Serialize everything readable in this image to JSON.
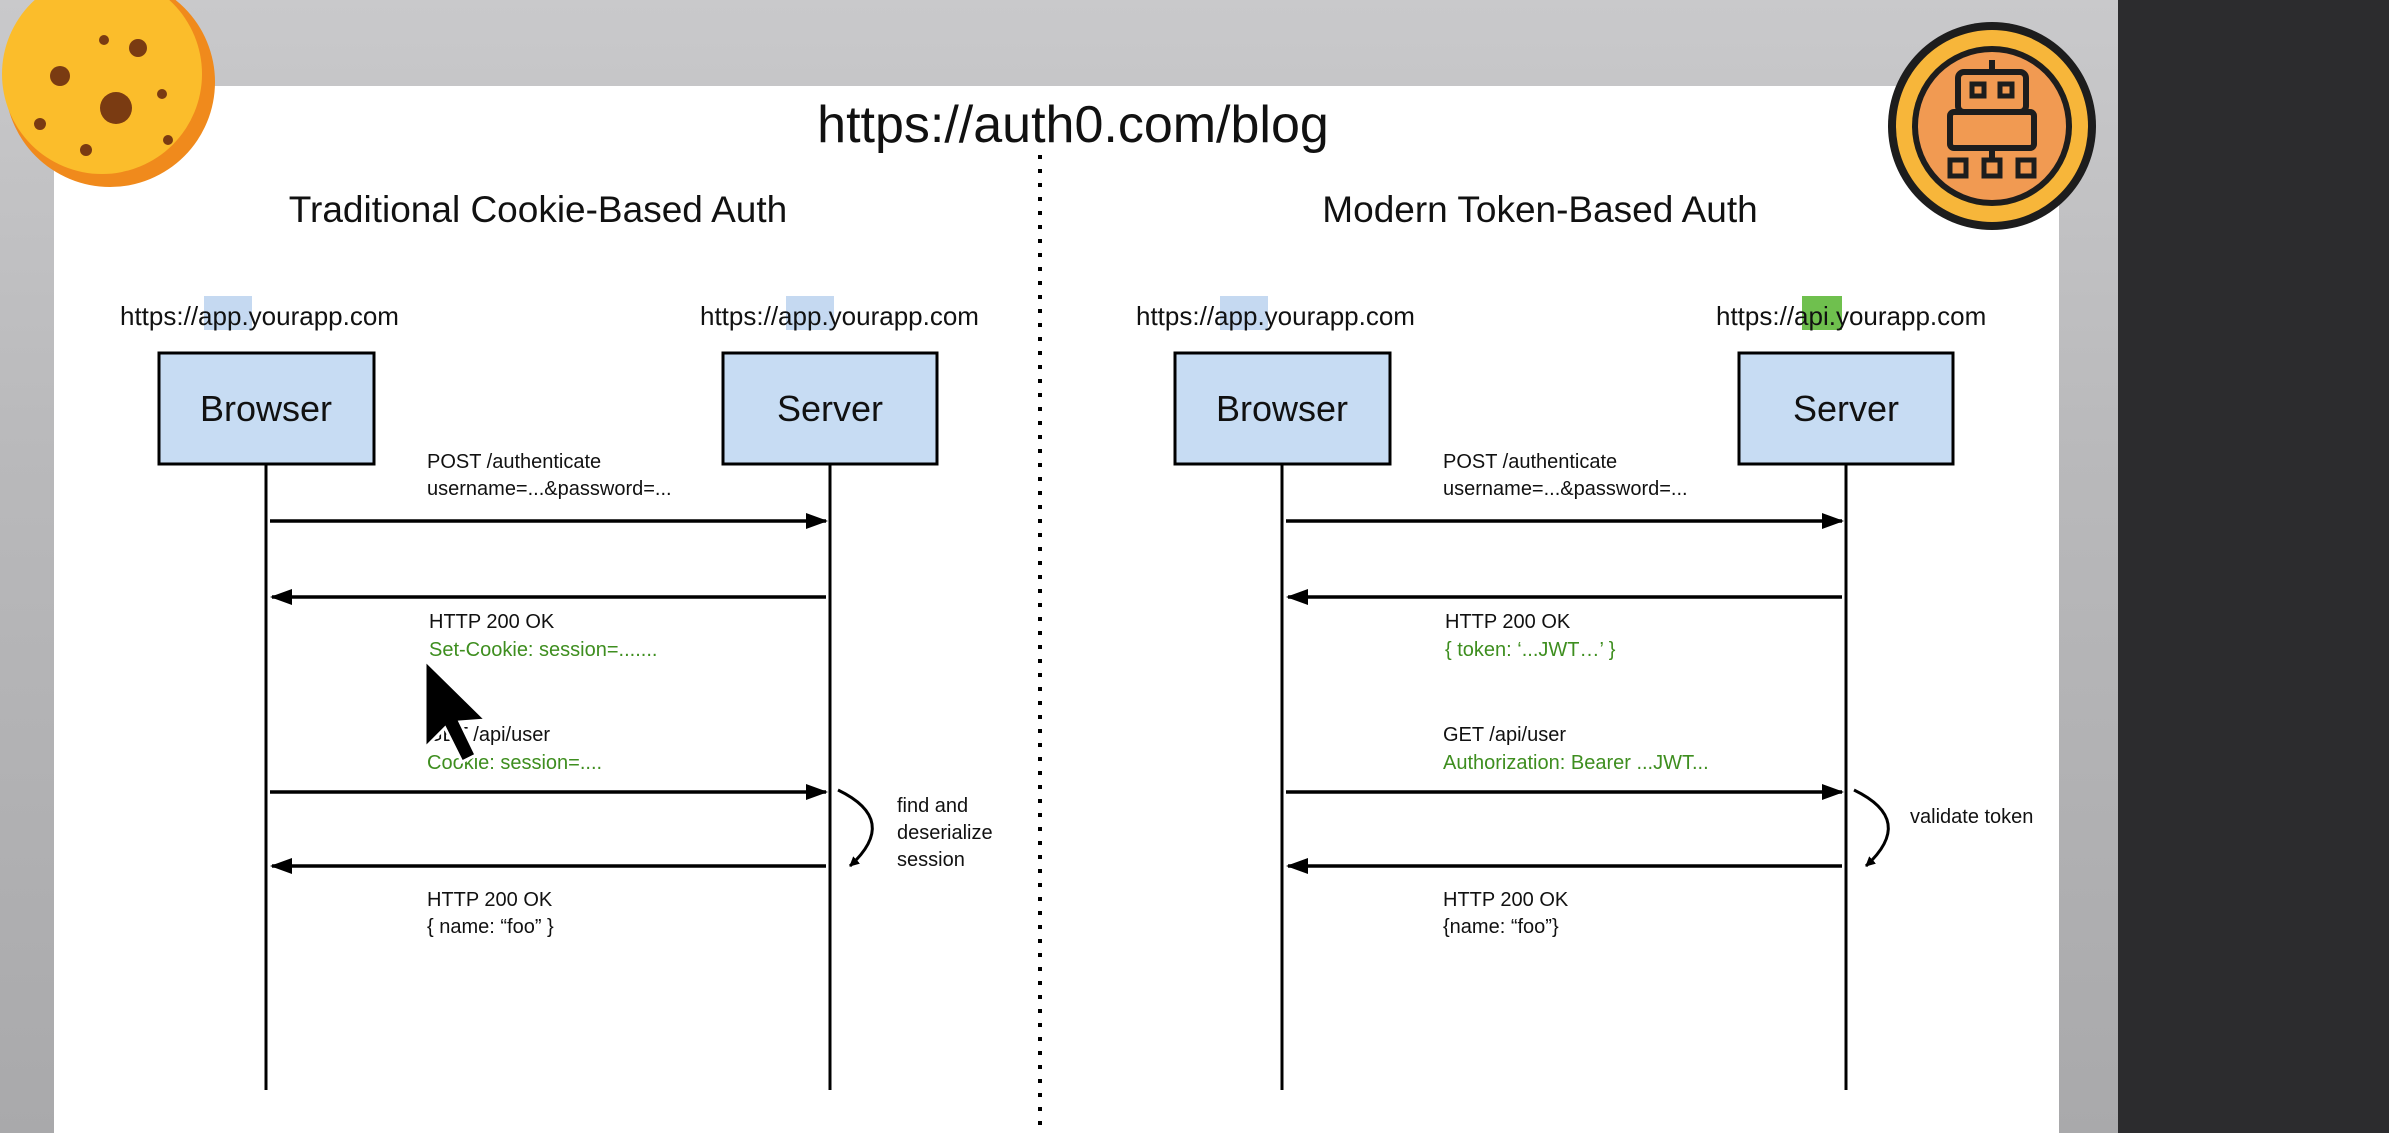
{
  "url": "https://auth0.com/blog",
  "cookie_logo_icon": "cookie-icon",
  "robot_logo_icon": "robot-icon",
  "cursor_icon": "mouse-pointer-icon",
  "colors": {
    "green_text": "#3e8e1f",
    "box_fill": "#c7dcf3",
    "highlight_blue": "#c5d9f1",
    "highlight_green": "#6fc04e"
  },
  "left": {
    "title": "Traditional Cookie-Based Auth",
    "client_url": {
      "prefix": "https://",
      "hl": "app",
      "suffix": ".yourapp.com"
    },
    "server_url": {
      "prefix": "https://",
      "hl": "app",
      "suffix": ".yourapp.com"
    },
    "client_label": "Browser",
    "server_label": "Server",
    "msg1_line1": "POST /authenticate",
    "msg1_line2": "username=...&password=...",
    "msg2_line1": "HTTP 200 OK",
    "msg2_line2": "Set-Cookie: session=.......",
    "msg3_line1": "GET /api/user",
    "msg3_line2": "Cookie: session=....",
    "process_line1": "find and",
    "process_line2": "deserialize",
    "process_line3": "session",
    "msg4_line1": "HTTP 200 OK",
    "msg4_line2": "{  name: “foo” }"
  },
  "right": {
    "title": "Modern Token-Based Auth",
    "client_url": {
      "prefix": "https://",
      "hl": "app",
      "suffix": ".yourapp.com"
    },
    "server_url": {
      "prefix": "https://",
      "hl": "api",
      "suffix": ".yourapp.com"
    },
    "client_label": "Browser",
    "server_label": "Server",
    "msg1_line1": "POST /authenticate",
    "msg1_line2": "username=...&password=...",
    "msg2_line1": "HTTP 200 OK",
    "msg2_line2": "{ token: ‘...JWT…’ }",
    "msg3_line1": "GET /api/user",
    "msg3_line2": "Authorization: Bearer ...JWT...",
    "process_line1": "validate token",
    "msg4_line1": "HTTP 200 OK",
    "msg4_line2": "{name: “foo”}"
  }
}
